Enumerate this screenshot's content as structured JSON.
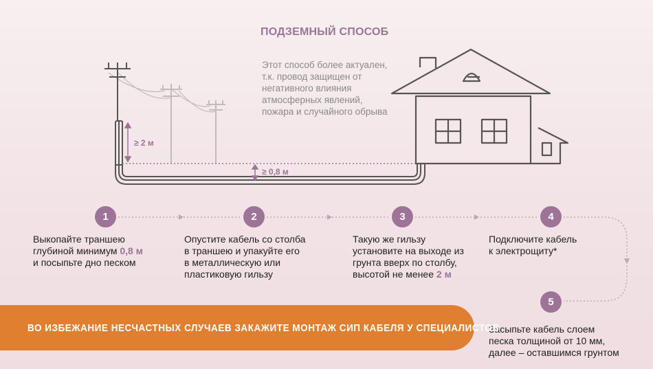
{
  "title": "ПОДЗЕМНЫЙ СПОСОБ",
  "description": "Этот способ более актуален,\nт.к. провод защищен от\nнегативного влияния\nатмосферных явлений,\nпожара и случайного обрыва",
  "dimensions": {
    "pole_height": "≥ 2 м",
    "trench_depth": "≥ 0,8 м"
  },
  "steps": [
    {
      "number": "1",
      "text_before": "Выкопайте траншею\nглубиной минимум ",
      "highlight": "0,8 м",
      "text_after": "\nи посыпьте дно песком"
    },
    {
      "number": "2",
      "text_before": "Опустите кабель со столба\nв траншею и упакуйте его\nв металлическую или\nпластиковую гильзу",
      "highlight": "",
      "text_after": ""
    },
    {
      "number": "3",
      "text_before": "Такую же гильзу\nустановите на выходе из\nгрунта вверх по столбу,\nвысотой не менее ",
      "highlight": "2 м",
      "text_after": ""
    },
    {
      "number": "4",
      "text_before": "Подключите кабель\nк электрощиту*",
      "highlight": "",
      "text_after": ""
    },
    {
      "number": "5",
      "text_before": "Засыпьте кабель слоем\nпеска толщиной от 10 мм,\nдалее – оставшимся грунтом",
      "highlight": "",
      "text_after": ""
    }
  ],
  "banner": "ВО ИЗБЕЖАНИЕ НЕСЧАСТНЫХ СЛУЧАЕВ ЗАКАЖИТЕ МОНТАЖ СИП КАБЕЛЯ  У СПЕЦИАЛИСТОВ",
  "colors": {
    "accent": "#9d7398",
    "banner": "#e07f2f",
    "line": "#555555",
    "faded_line": "#b9b2b4"
  }
}
